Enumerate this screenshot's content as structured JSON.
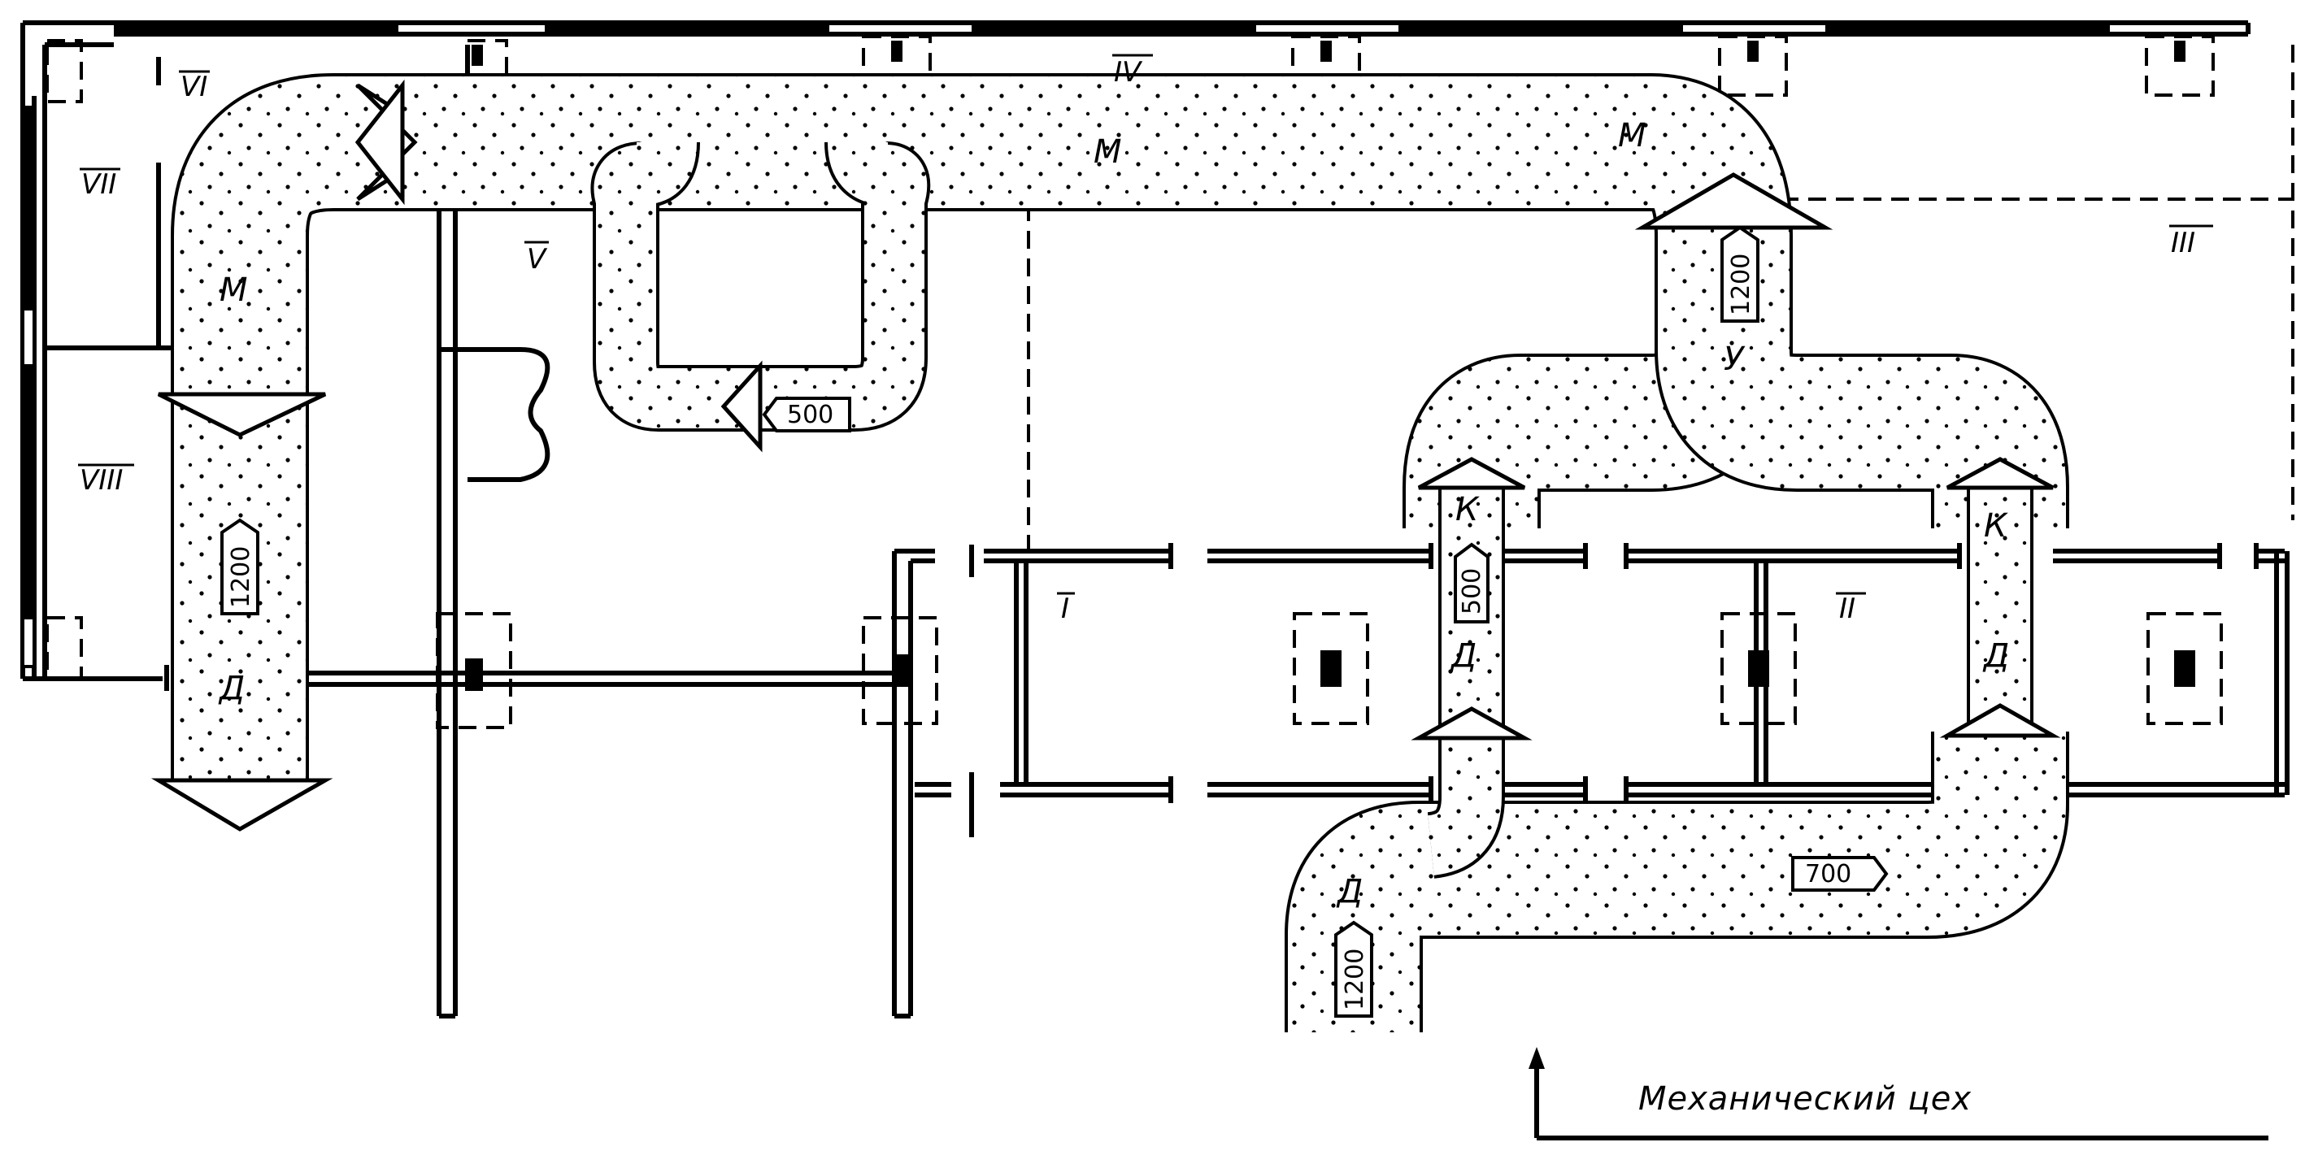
{
  "diagram": {
    "zones": [
      "I",
      "II",
      "III",
      "IV",
      "V",
      "VI",
      "VII",
      "VIII"
    ],
    "flow_labels": {
      "M": "М",
      "D": "Д",
      "K": "К",
      "U": "У"
    },
    "flow_rates": {
      "main": "1200",
      "branch_500": "500",
      "branch_700": "700"
    },
    "caption": "Механический цех"
  }
}
